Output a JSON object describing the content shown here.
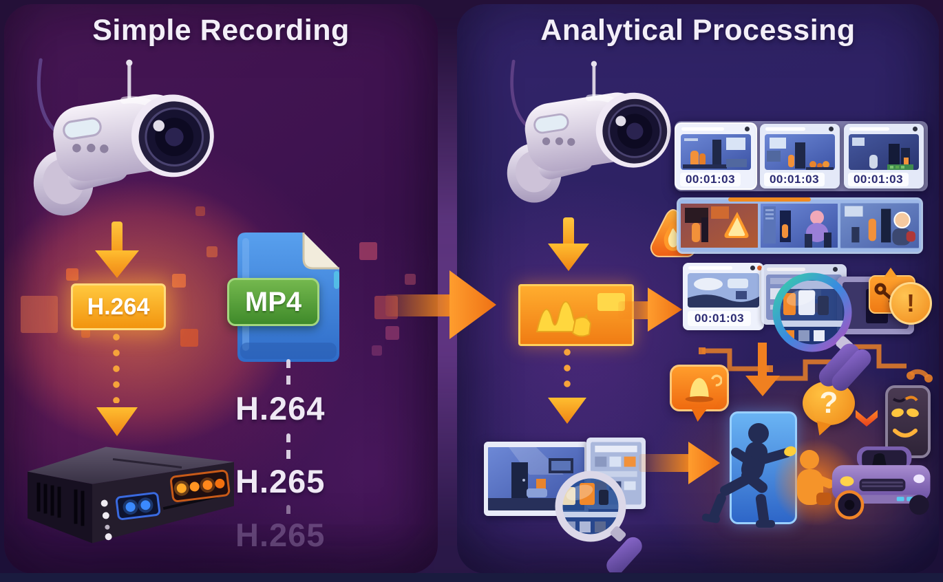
{
  "titles": {
    "left": "Simple Recording",
    "right": "Analytical Processing"
  },
  "left_panel": {
    "codec_badge": "H.264",
    "file_label": "MP4",
    "codec_stack": [
      "H.264",
      "H.265",
      "H.265"
    ]
  },
  "right_panel": {
    "timeline_timestamps": [
      "00:01:03",
      "00:01:03",
      "00:01:03"
    ],
    "search_frame_timestamp": "00:01:03",
    "question_mark": "?",
    "exclamation": "!"
  },
  "icons": [
    "security-camera-icon",
    "down-arrow-icon",
    "mp4-file-icon",
    "dvr-recorder-icon",
    "flow-arrow-icon",
    "analytics-waveform-icon",
    "video-frame-thumbnails",
    "flame-alert-icon",
    "magnifier-icon",
    "key-alert-icon",
    "exclamation-badge",
    "bell-notification-icon",
    "question-bubble-icon",
    "face-mask-icon",
    "running-person-icon",
    "person-silhouette-icon",
    "car-icon",
    "circuit-traces-icon"
  ],
  "colors": {
    "accent_orange": "#F5821E",
    "badge_yellow": "#FFC42E",
    "file_blue": "#3F87E0",
    "label_green": "#4E9A34",
    "timestamp_text": "#2B2A72",
    "title_text": "#F3EFF8",
    "panel_left": "#3F1350",
    "panel_right": "#2C2162"
  }
}
